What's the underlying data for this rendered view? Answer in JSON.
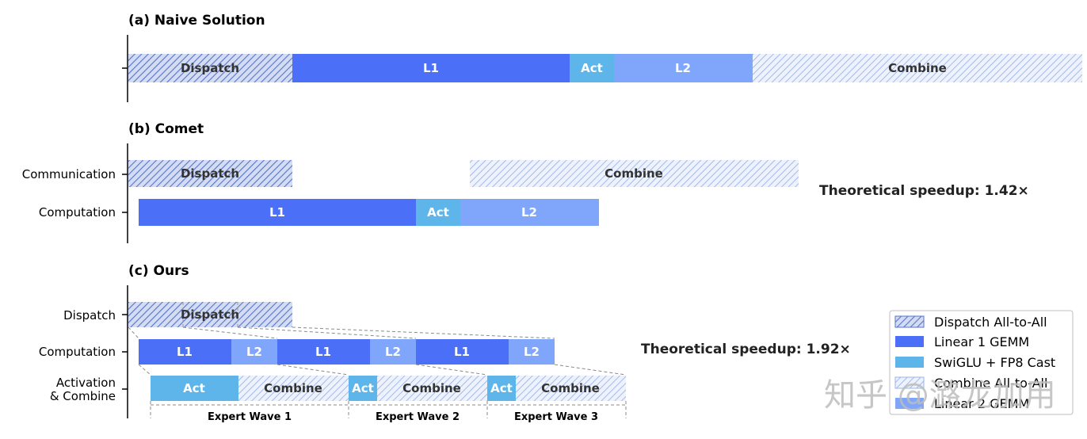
{
  "colors": {
    "dispatch_hatch": "#4a6fd6",
    "dispatch_bg": "#cfd9f3",
    "linear1": "#4b6ff7",
    "swiglu": "#5db5ea",
    "linear2": "#7fa6fb",
    "combine_hatch": "#93b2ee",
    "combine_bg": "#e6edfb"
  },
  "panels": {
    "a": {
      "title": "(a) Naive Solution"
    },
    "b": {
      "title": "(b) Comet",
      "rows": [
        "Communication",
        "Computation"
      ],
      "speedup": "Theoretical speedup: 1.42×"
    },
    "c": {
      "title": "(c) Ours",
      "rows": [
        "Dispatch",
        "Computation",
        "Activation",
        "& Combine"
      ],
      "speedup": "Theoretical speedup: 1.92×"
    }
  },
  "segments": {
    "dispatch": "Dispatch",
    "l1": "L1",
    "act": "Act",
    "l2": "L2",
    "combine": "Combine"
  },
  "waves": [
    "Expert Wave 1",
    "Expert Wave 2",
    "Expert Wave 3"
  ],
  "legend": [
    {
      "label": "Dispatch All-to-All",
      "icon": "hatch-dark"
    },
    {
      "label": "Linear 1 GEMM",
      "icon": "solid-dark-blue"
    },
    {
      "label": "SwiGLU + FP8 Cast",
      "icon": "solid-light-blue"
    },
    {
      "label": "Combine All-to-All",
      "icon": "hatch-light"
    },
    {
      "label": "Linear 2 GEMM",
      "icon": "solid-medium-blue"
    }
  ],
  "watermark": "知乎 @潞龙加用"
}
